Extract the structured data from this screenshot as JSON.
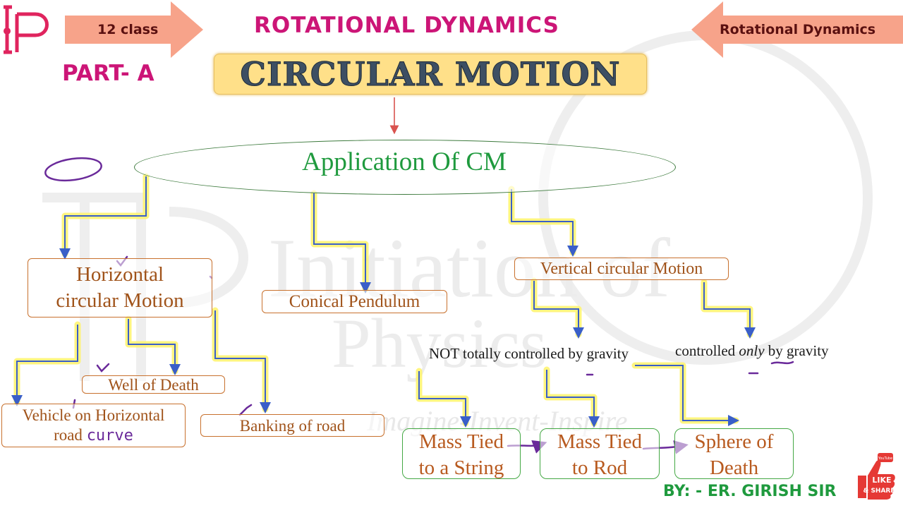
{
  "header": {
    "class_label": "12 class",
    "subject_title": "ROTATIONAL DYNAMICS",
    "right_label": "Rotational Dynamics",
    "part_label": "PART- A",
    "main_title": "CIRCULAR MOTION"
  },
  "diagram": {
    "root": "Application Of CM",
    "horizontal": {
      "line1": "Horizontal",
      "line2": "circular Motion"
    },
    "conical": "Conical Pendulum",
    "vertical": "Vertical circular Motion",
    "well": "Well of Death",
    "vehicle": {
      "line1": "Vehicle on Horizontal",
      "line2": "road",
      "annotation": "curve"
    },
    "banking": "Banking of road",
    "not_controlled": "NOT totally controlled by gravity",
    "controlled": {
      "prefix": "controlled",
      "emph": "only",
      "suffix": "by   gravity"
    },
    "mass_string": {
      "line1": "Mass Tied",
      "line2": "to a String"
    },
    "mass_rod": {
      "line1": "Mass Tied",
      "line2": "to Rod"
    },
    "sphere": {
      "line1": "Sphere of",
      "line2": "Death"
    }
  },
  "footer": {
    "byline": "BY: - ER. GIRISH SIR",
    "badge_top": "YouTube",
    "badge_line1": "LIKE",
    "badge_line2": "& SHARE"
  },
  "watermark": {
    "line1": "Initiation of",
    "line2": "Physics",
    "tagline": "Imagine-Invent-Inspire"
  },
  "colors": {
    "accent_pink": "#cc1577",
    "title_slate": "#3d4f63",
    "box_gold": "#ffe089",
    "green": "#1f9a3e",
    "box_text": "#a0531a",
    "arrow_salmon": "#f7a38a",
    "connector_blue": "#3a5fc8",
    "highlight_yellow": "#fff36a",
    "pen_purple": "#6a2a9a"
  }
}
